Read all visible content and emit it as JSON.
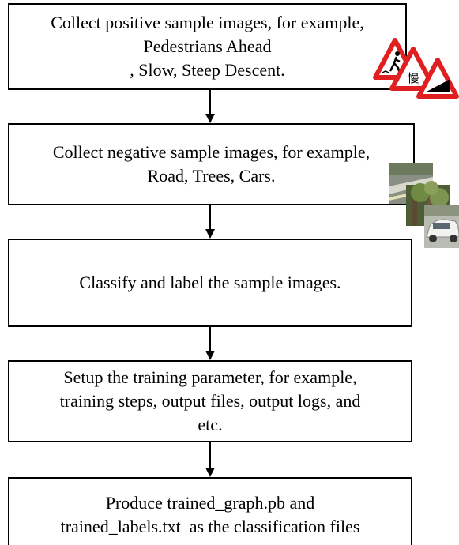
{
  "steps": [
    {
      "lines": [
        "Collect positive sample images, for example,",
        "Pedestrians Ahead",
        ", Slow, Steep Descent."
      ],
      "icon": "warning-signs-icon"
    },
    {
      "lines": [
        "Collect negative sample images, for example,",
        "Road, Trees, Cars."
      ],
      "icon": "negative-sample-photos"
    },
    {
      "lines": [
        "Classify and label the sample images."
      ]
    },
    {
      "lines": [
        "Setup the training parameter, for example,",
        "training steps, output files, output logs, and",
        "etc."
      ]
    },
    {
      "lines": [
        "Produce trained_graph.pb and",
        "trained_labels.txt  as the classification files"
      ]
    }
  ],
  "sign_glyph": "慢",
  "colors": {
    "border": "#000000",
    "sign_red": "#e02020",
    "sign_fill": "#ffffff"
  }
}
